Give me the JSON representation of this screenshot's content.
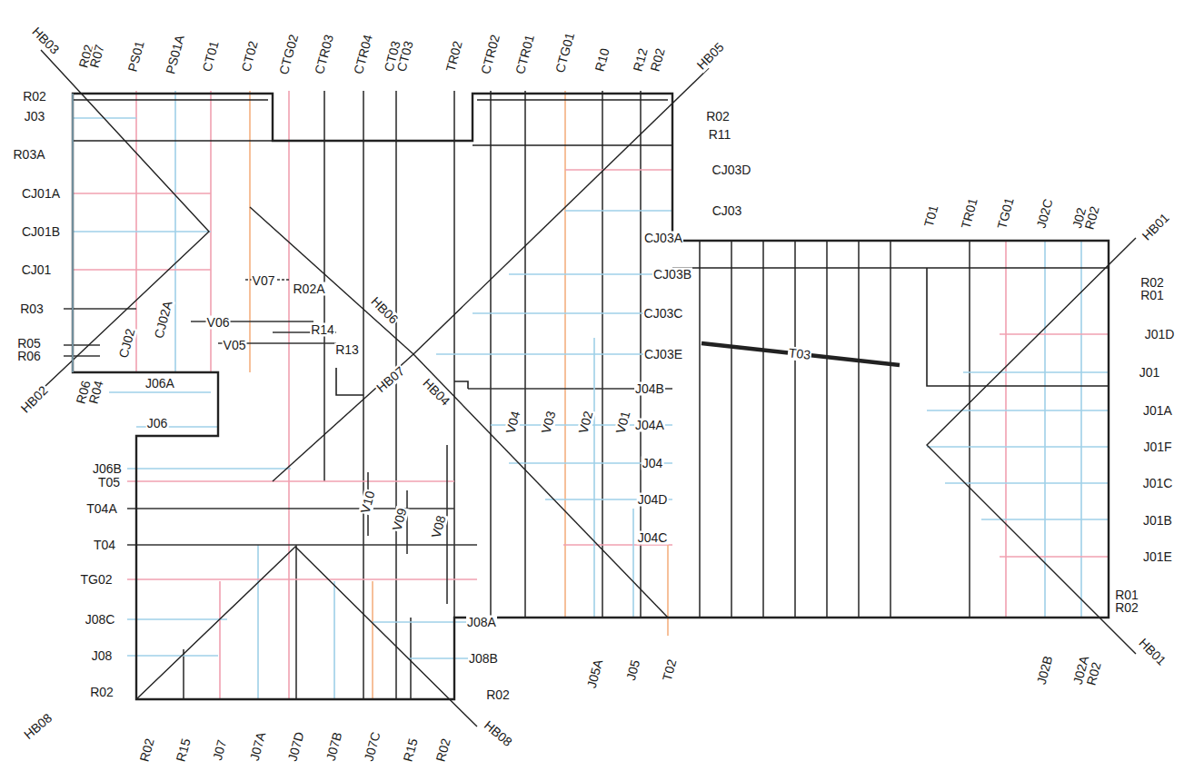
{
  "diagram": {
    "labels": [
      "HB03",
      "R02",
      "R07",
      "PS01",
      "PS01A",
      "CT01",
      "CT02",
      "CTG02",
      "CTR03",
      "CTR04",
      "CT03",
      "CT03",
      "TR02",
      "CTR02",
      "CTR01",
      "CTG01",
      "R10",
      "R12",
      "R02",
      "HB05",
      "R02",
      "J03",
      "R03A",
      "CJ01A",
      "CJ01B",
      "CJ01",
      "R03",
      "R05",
      "R06",
      "HB02",
      "R06",
      "R04",
      "CJ02",
      "CJ02A",
      "V07",
      "R02A",
      "V06",
      "R14",
      "V05",
      "R13",
      "HB06",
      "HB07",
      "HB04",
      "J06A",
      "J06",
      "J06B",
      "T05",
      "T04A",
      "T04",
      "TG02",
      "J08C",
      "J08",
      "R02",
      "HB08",
      "R02",
      "R15",
      "J07",
      "J07A",
      "J07D",
      "J07B",
      "J07C",
      "R15",
      "R02",
      "HB08",
      "V10",
      "V09",
      "V08",
      "V04",
      "V03",
      "V02",
      "V01",
      "J08A",
      "J08B",
      "R02",
      "R02",
      "R11",
      "CJ03D",
      "CJ03",
      "CJ03A",
      "CJ03B",
      "CJ03C",
      "CJ03E",
      "J04B",
      "J04A",
      "J04",
      "J04D",
      "J04C",
      "J05A",
      "J05",
      "T02",
      "T03",
      "T01",
      "TR01",
      "TG01",
      "J02C",
      "J02",
      "R02",
      "HB01",
      "R02",
      "R01",
      "J01D",
      "J01",
      "J01A",
      "J01F",
      "J01C",
      "J01B",
      "J01E",
      "R01",
      "R02",
      "HB01",
      "J02B",
      "J02A",
      "R02"
    ]
  }
}
